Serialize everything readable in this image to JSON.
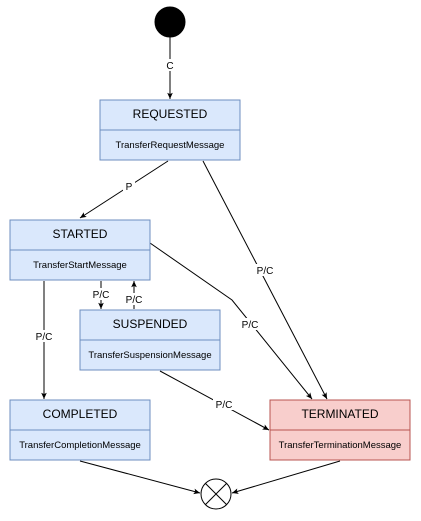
{
  "colors": {
    "state_fill": "#dae8fc",
    "state_stroke": "#6c8ebf",
    "terminated_fill": "#f8cecc",
    "terminated_stroke": "#b85450",
    "line": "#000000",
    "initial_fill": "#000000"
  },
  "states": {
    "requested": {
      "title": "REQUESTED",
      "message": "TransferRequestMessage"
    },
    "started": {
      "title": "STARTED",
      "message": "TransferStartMessage"
    },
    "suspended": {
      "title": "SUSPENDED",
      "message": "TransferSuspensionMessage"
    },
    "completed": {
      "title": "COMPLETED",
      "message": "TransferCompletionMessage"
    },
    "terminated": {
      "title": "TERMINATED",
      "message": "TransferTerminationMessage"
    }
  },
  "edges": {
    "initial_to_requested": "C",
    "requested_to_started": "P",
    "requested_to_terminated": "P/C",
    "started_to_suspended": "P/C",
    "suspended_to_started": "P/C",
    "started_to_completed": "P/C",
    "started_to_terminated": "P/C",
    "suspended_to_terminated": "P/C"
  },
  "icons": {
    "initial": "filled-circle-initial-node-icon",
    "final": "circled-x-final-node-icon"
  }
}
